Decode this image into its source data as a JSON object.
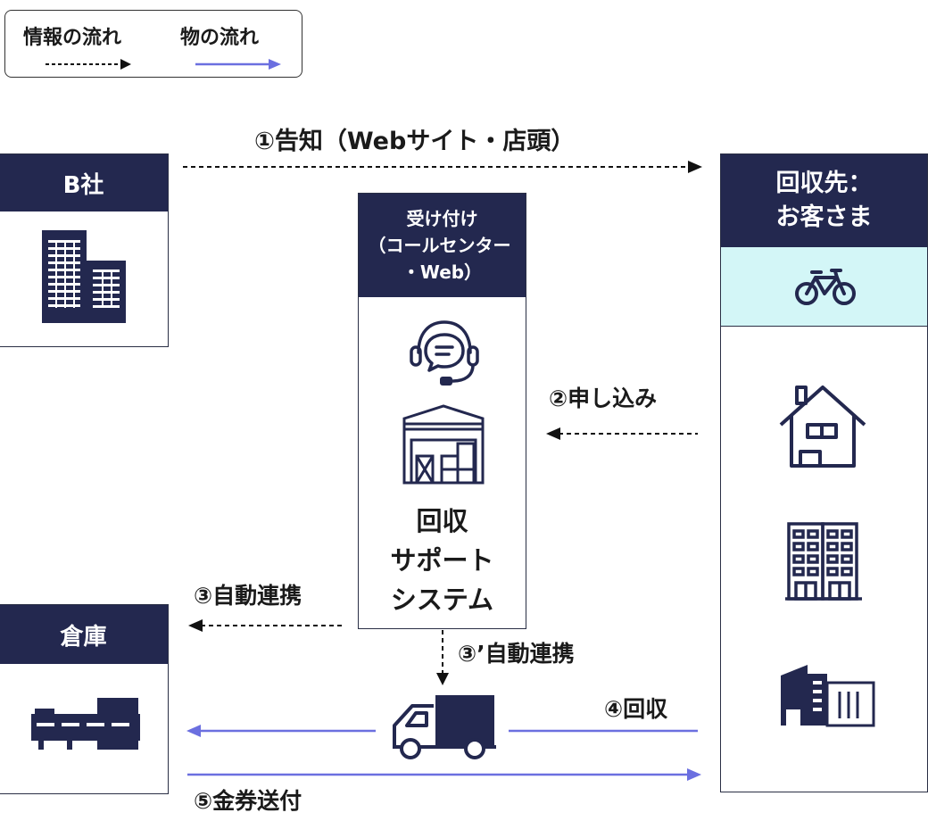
{
  "legend": {
    "info_flow": "情報の流れ",
    "goods_flow": "物の流れ"
  },
  "entities": {
    "company_b": "B社",
    "warehouse": "倉庫",
    "reception_line1": "受け付け",
    "reception_line2": "（コールセンター",
    "reception_line3": "・Web）",
    "system_line1": "回収",
    "system_line2": "サポート",
    "system_line3": "システム",
    "customer_line1": "回収先：",
    "customer_line2": "お客さま"
  },
  "steps": {
    "step1": "①告知（Webサイト・店頭）",
    "step2": "②申し込み",
    "step3": "③自動連携",
    "step3b": "③’自動連携",
    "step4": "④回収",
    "step5": "⑤金券送付"
  },
  "icons": [
    "office-building-icon",
    "warehouse-icon",
    "headset-chat-icon",
    "storage-facility-icon",
    "bicycle-icon",
    "house-icon",
    "apartment-icon",
    "factory-icon",
    "delivery-truck-icon"
  ],
  "colors": {
    "navy": "#23284f",
    "goods_arrow": "#6b6fe0",
    "bike_bg": "#d3f6f7"
  }
}
